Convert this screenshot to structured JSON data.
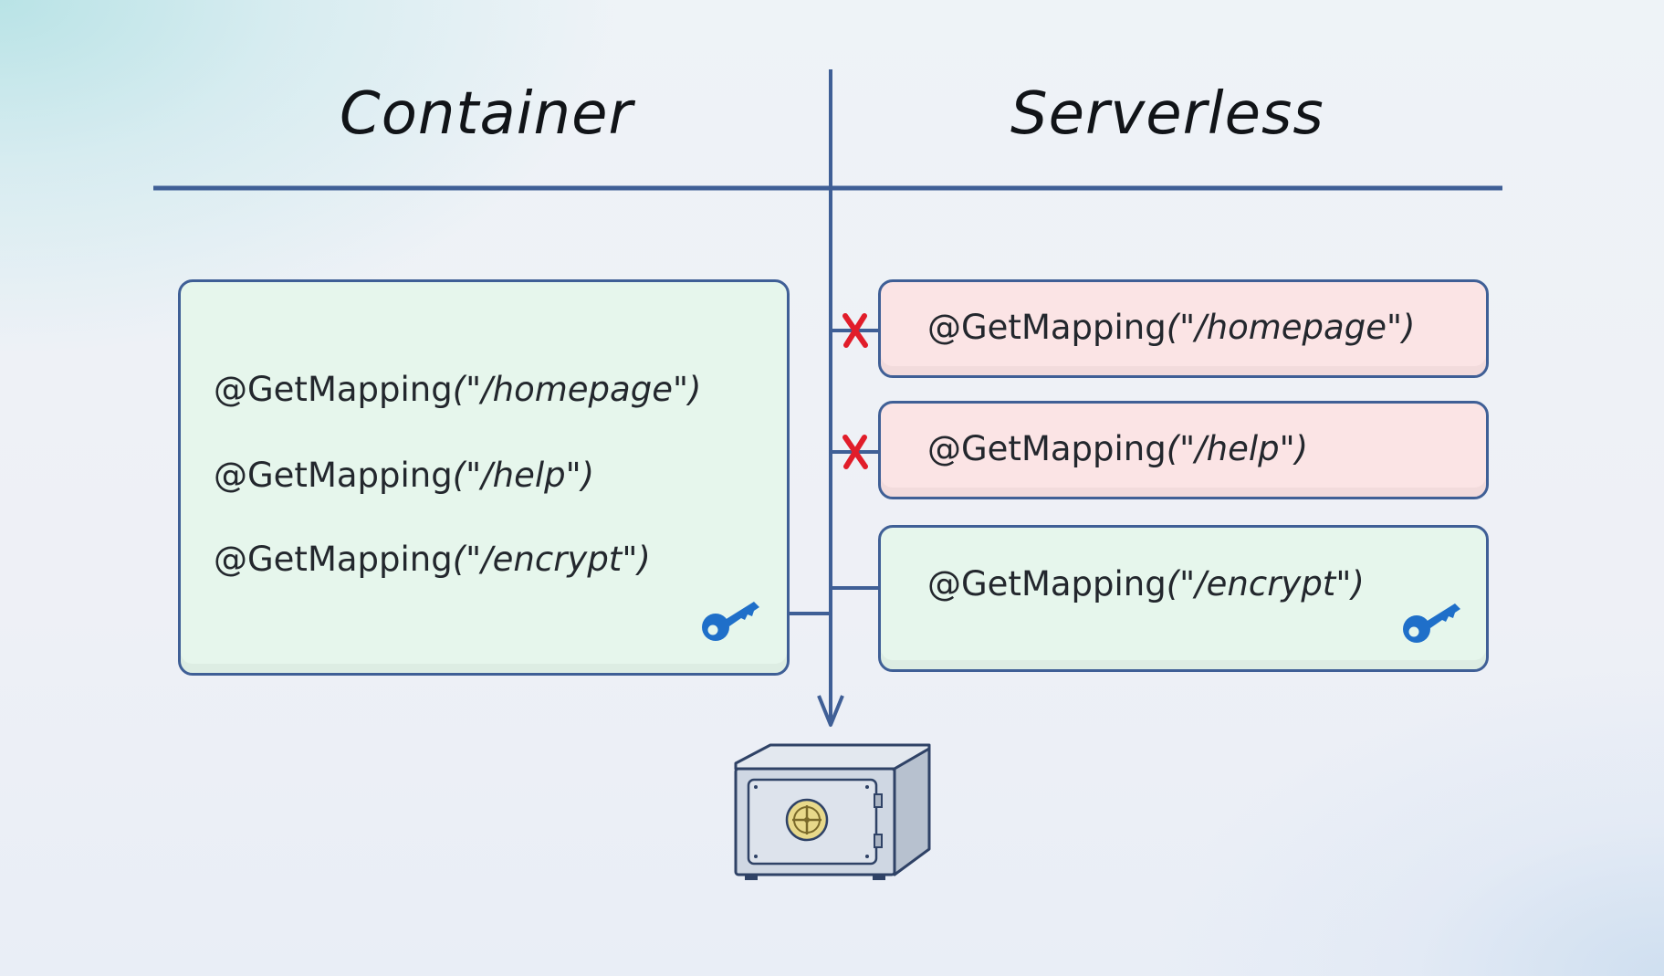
{
  "headers": {
    "container": "Container",
    "serverless": "Serverless"
  },
  "container_box": {
    "mappings": [
      {
        "prefix": "@GetMapping",
        "route": "(\"/homepage\")"
      },
      {
        "prefix": "@GetMapping",
        "route": "(\"/help\")"
      },
      {
        "prefix": "@GetMapping",
        "route": "(\"/encrypt\")"
      }
    ],
    "icon": "key-icon"
  },
  "serverless_boxes": [
    {
      "prefix": "@GetMapping",
      "route": "(\"/homepage\")",
      "status": "blocked",
      "icon": "x-icon"
    },
    {
      "prefix": "@GetMapping",
      "route": "(\"/help\")",
      "status": "blocked",
      "icon": "x-icon"
    },
    {
      "prefix": "@GetMapping",
      "route": "(\"/encrypt\")",
      "status": "allowed",
      "icon": "key-icon"
    }
  ],
  "destination_icon": "safe-icon",
  "colors": {
    "line": "#3f5f96",
    "allowed_fill": "#e6f6ec",
    "blocked_fill": "#fbe4e5",
    "blocked_mark": "#e11d2a",
    "key": "#1f6fc9"
  }
}
